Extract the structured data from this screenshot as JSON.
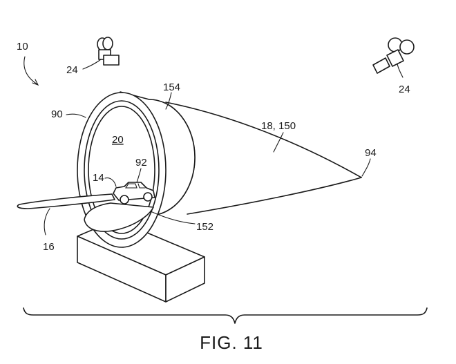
{
  "figure": {
    "caption": "FIG. 11",
    "refs": {
      "system": "10",
      "camera_left": "24",
      "camera_right": "24",
      "housing_face": "90",
      "housing_rim": "154",
      "interior": "20",
      "beam": "18, 150",
      "focus_point": "94",
      "vehicle_ref": "92",
      "vehicle": "14",
      "platform": "16",
      "floor_ref": "152"
    }
  }
}
